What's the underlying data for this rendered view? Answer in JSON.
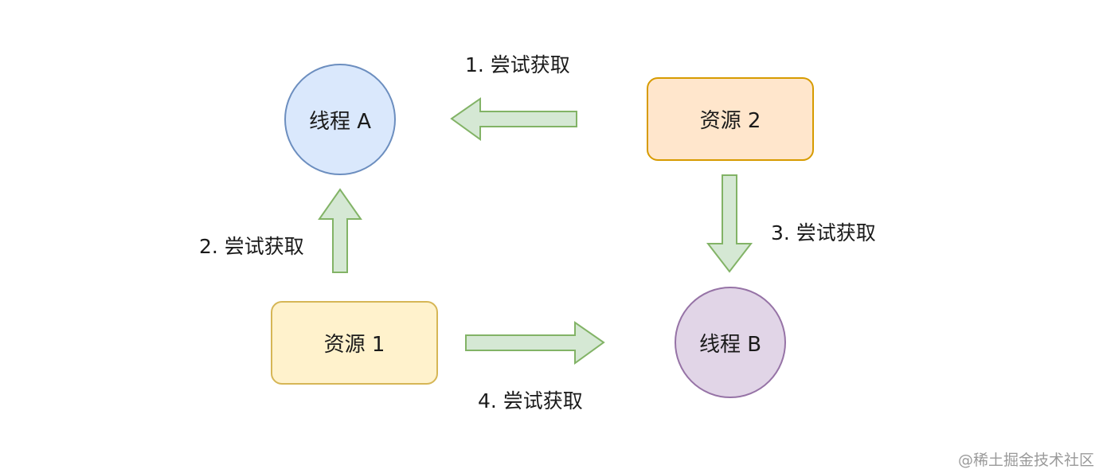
{
  "nodes": {
    "thread_a": "线程 A",
    "thread_b": "线程 B",
    "resource_1": "资源 1",
    "resource_2": "资源 2"
  },
  "edges": [
    {
      "from": "resource_2",
      "to": "thread_a",
      "label": "1. 尝试获取"
    },
    {
      "from": "resource_1",
      "to": "thread_a",
      "label": "2. 尝试获取"
    },
    {
      "from": "resource_2",
      "to": "thread_b",
      "label": "3. 尝试获取"
    },
    {
      "from": "resource_1",
      "to": "thread_b",
      "label": "4. 尝试获取"
    }
  ],
  "colors": {
    "thread_a_fill": "#dae8fc",
    "thread_a_stroke": "#6c8ebf",
    "thread_b_fill": "#e1d5e7",
    "thread_b_stroke": "#9673a6",
    "resource_1_fill": "#fff2cc",
    "resource_1_stroke": "#d6b656",
    "resource_2_fill": "#ffe6cc",
    "resource_2_stroke": "#d79b00",
    "arrow_fill": "#d5e8d4",
    "arrow_stroke": "#82b366"
  },
  "watermark": "@稀土掘金技术社区"
}
